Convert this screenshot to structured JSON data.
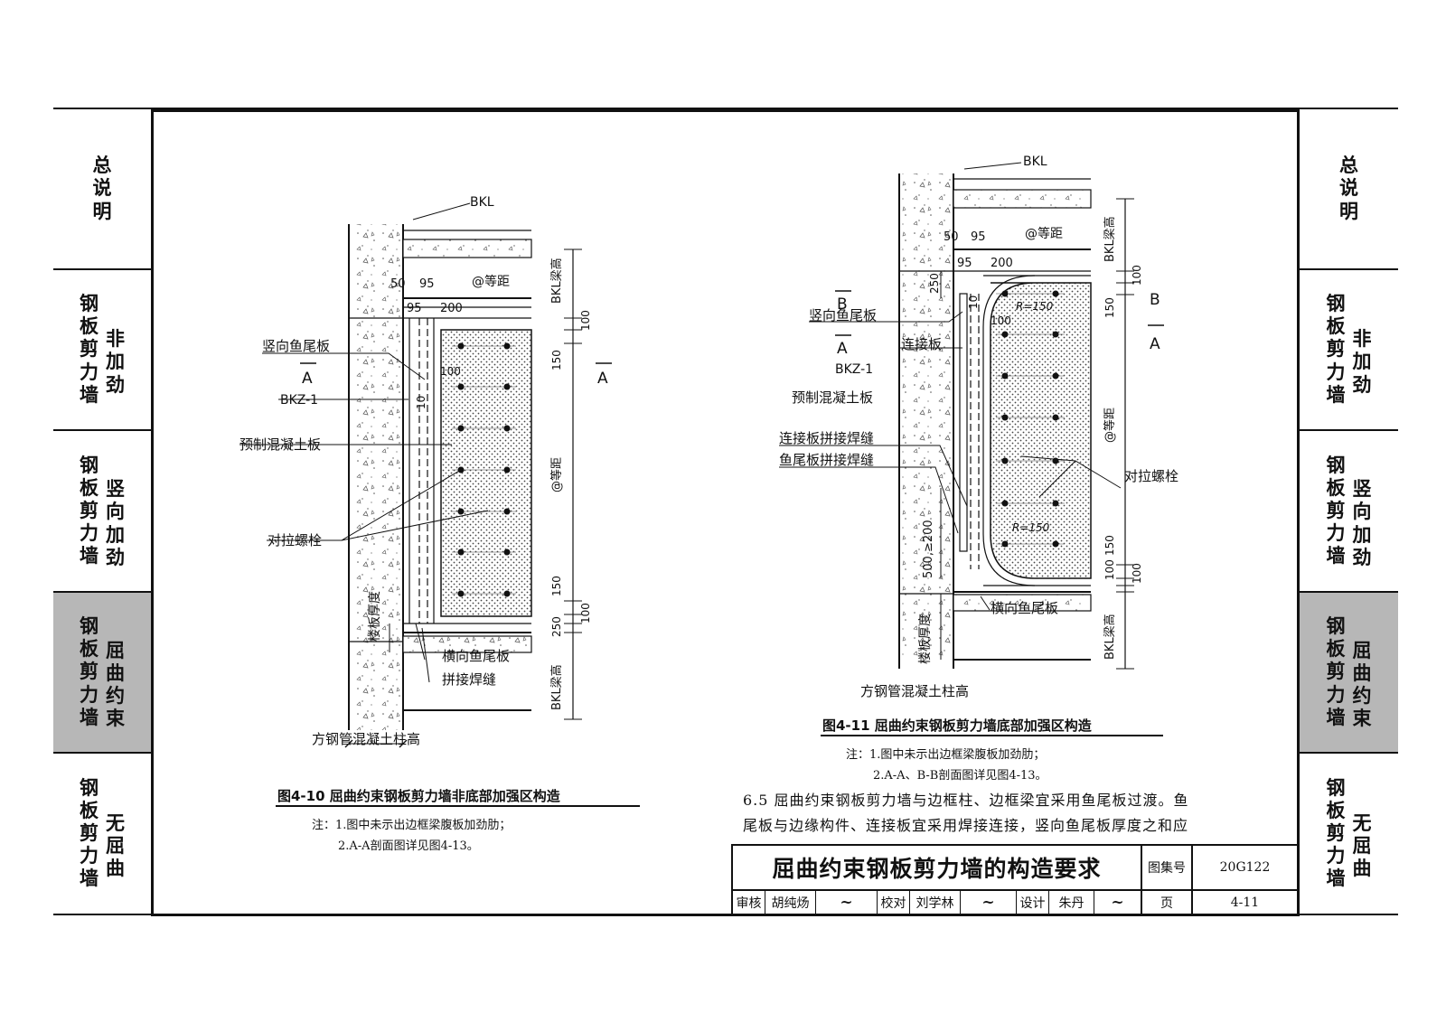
{
  "sidebar_left": [
    {
      "main": "总说明",
      "sub": "",
      "active": false
    },
    {
      "main": "钢板剪力墙",
      "sub": "非加劲",
      "active": false
    },
    {
      "main": "钢板剪力墙",
      "sub": "竖向加劲",
      "active": false
    },
    {
      "main": "钢板剪力墙",
      "sub": "屈曲约束",
      "active": true
    },
    {
      "main": "钢板剪力墙",
      "sub": "无屈曲",
      "active": false
    }
  ],
  "sidebar_right": [
    {
      "main": "总说明",
      "sub": "",
      "active": false
    },
    {
      "main": "钢板剪力墙",
      "sub": "非加劲",
      "active": false
    },
    {
      "main": "钢板剪力墙",
      "sub": "竖向加劲",
      "active": false
    },
    {
      "main": "钢板剪力墙",
      "sub": "屈曲约束",
      "active": true
    },
    {
      "main": "钢板剪力墙",
      "sub": "无屈曲",
      "active": false
    }
  ],
  "fig410": {
    "caption": "图4-10  屈曲约束钢板剪力墙非底部加强区构造",
    "labels": {
      "bkl": "BKL",
      "d50": "50",
      "d95a": "95",
      "d95b": "95",
      "d200": "200",
      "spacing": "@等距",
      "beam_h_top": "BKL梁高",
      "d100_top": "100",
      "d150_top": "150",
      "spacing_v": "@等距",
      "d150_bot": "150",
      "d100_bot": "100",
      "d250": "250",
      "beam_h_bot": "BKL梁高",
      "section_a_left": "A",
      "section_a_right": "A",
      "vertical_fishtail": "竖向鱼尾板",
      "bkz": "BKZ-1",
      "precast_panel": "预制混凝土板",
      "bolt": "对拉螺栓",
      "d100_inner": "100",
      "d10": "10",
      "slab_thickness": "楼板厚度",
      "horizontal_fishtail": "横向鱼尾板",
      "splice_weld": "拼接焊缝",
      "column_height": "方钢管混凝土柱高"
    },
    "notes": [
      "注：1.图中未示出边框梁腹板加劲肋；",
      "2.A-A剖面图详见图4-13。"
    ]
  },
  "fig411": {
    "caption": "图4-11  屈曲约束钢板剪力墙底部加强区构造",
    "labels": {
      "bkl": "BKL",
      "d50": "50",
      "d95a": "95",
      "d95b": "95",
      "d200": "200",
      "spacing": "@等距",
      "beam_h_top": "BKL梁高",
      "d100_top": "100",
      "d150_top": "150",
      "spacing_v": "@等距",
      "d150_bot": "150",
      "d100_bot1": "100",
      "d100_bot2": "100",
      "beam_h_bot": "BKL梁高",
      "d250": "250",
      "d10": "10",
      "d100_inner": "100",
      "radius_top": "R=150",
      "radius_bot": "R=150",
      "section_b_left": "B",
      "section_b_right": "B",
      "section_a_left": "A",
      "section_a_right": "A",
      "vertical_fishtail": "竖向鱼尾板",
      "connector_plate": "连接板",
      "bkz": "BKZ-1",
      "precast_panel": "预制混凝土板",
      "connector_weld": "连接板拼接焊缝",
      "fishtail_weld": "鱼尾板拼接焊缝",
      "d500": "500,≥200",
      "bolt": "对拉螺栓",
      "slab_thickness": "楼板厚度",
      "horizontal_fishtail": "横向鱼尾板",
      "column_height": "方钢管混凝土柱高"
    },
    "notes": [
      "注：1.图中未示出边框梁腹板加劲肋；",
      "2.A-A、B-B剖面图详见图4-13。"
    ]
  },
  "paragraph": [
    "6.5 屈曲约束钢板剪力墙与边框柱、边框梁宜采用鱼尾板过渡。鱼",
    "尾板与边缘构件、连接板宜采用焊接连接，竖向鱼尾板厚度之和应"
  ],
  "title_block": {
    "title": "屈曲约束钢板剪力墙的构造要求",
    "atlas_label": "图集号",
    "atlas_no": "20G122",
    "review_label": "审核",
    "reviewer": "胡纯炀",
    "check_label": "校对",
    "checker": "刘学林",
    "design_label": "设计",
    "designer": "朱丹",
    "page_label": "页",
    "page_no": "4-11"
  }
}
